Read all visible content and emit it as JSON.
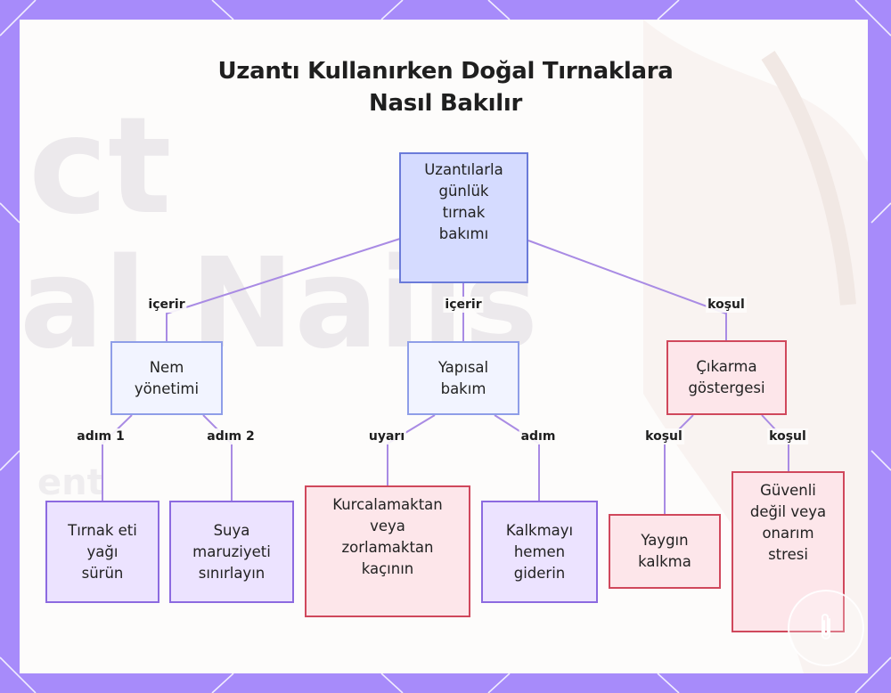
{
  "title_lines": [
    "Uzantı Kullanırken Doğal Tırnaklara",
    "Nasıl Bakılır"
  ],
  "colors": {
    "frame": "#a78bfa",
    "root_fill": "#d5dbff",
    "root_border": "#6b7bd9",
    "blue_fill": "#f2f4ff",
    "blue_border": "#8f9ee8",
    "lavender_fill": "#ece3ff",
    "lavender_border": "#8c6ae0",
    "pink_fill": "#fde6ea",
    "pink_border": "#d0485c",
    "edge": "#a98be4"
  },
  "nodes": {
    "root": "Uzantılarla\ngünlük\ntırnak\nbakımı",
    "moisture": "Nem\nyönetimi",
    "structural": "Yapısal\nbakım",
    "removal": "Çıkarma\ngöstergesi",
    "cuticle_oil": "Tırnak eti\nyağı\nsürün",
    "water": "Suya\nmaruziyeti\nsınırlayın",
    "picking": "Kurcalamaktan\nveya\nzorlamaktan\nkaçının",
    "lifting_fix": "Kalkmayı\nhemen\ngiderin",
    "common_lifting": "Yaygın\nkalkma",
    "unsafe_repair": "Güvenli\ndeğil veya\nonarım\nstresi"
  },
  "edge_labels": {
    "root_moisture": "içerir",
    "root_structural": "içerir",
    "root_removal": "koşul",
    "moisture_cuticle": "adım 1",
    "moisture_water": "adım 2",
    "structural_picking": "uyarı",
    "structural_lifting": "adım",
    "removal_common": "koşul",
    "removal_unsafe": "koşul"
  },
  "icons": {
    "frame_corner_lines": "diagonal-line-icon",
    "watermark": "paperclip-icon"
  }
}
